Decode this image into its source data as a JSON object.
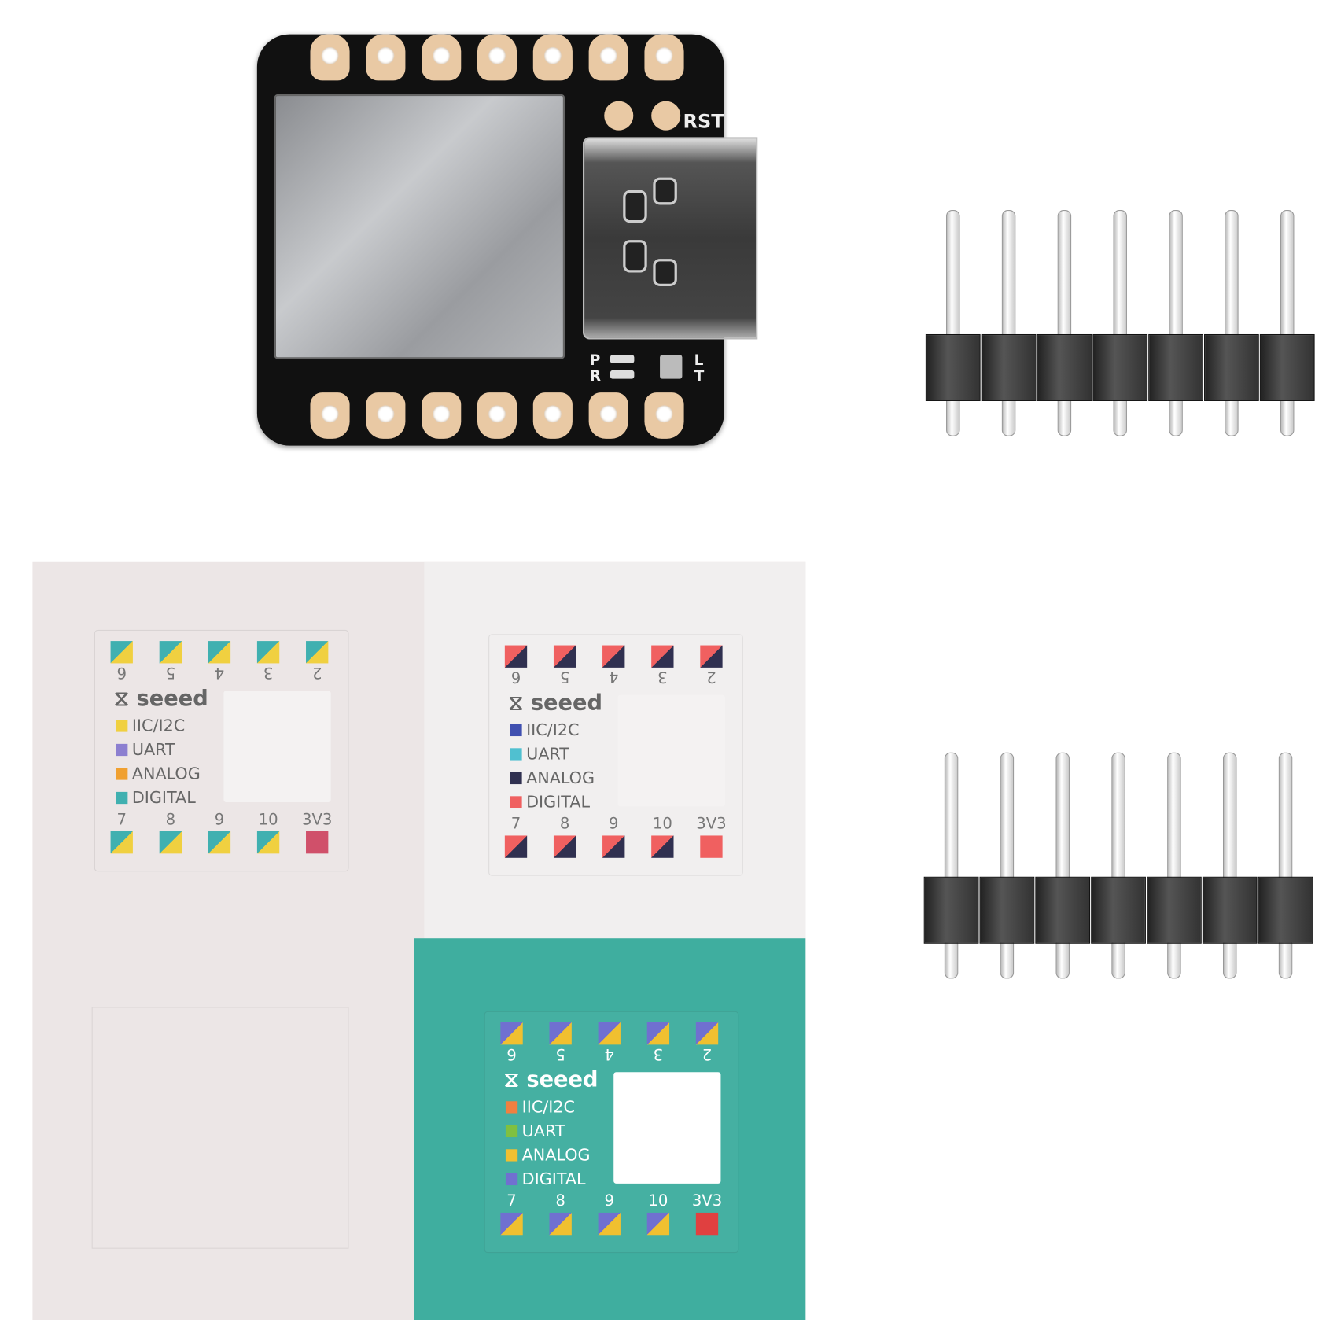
{
  "board": {
    "silkscreen": {
      "reset": "RST",
      "power_led": [
        "P",
        "R"
      ],
      "user_led": [
        "L",
        "T"
      ]
    },
    "pad_color": "#e9c9a4",
    "pcb_color": "#111111"
  },
  "pin_headers": [
    {
      "pins": 7
    },
    {
      "pins": 7
    }
  ],
  "stickers": [
    {
      "logo": "seeed",
      "top_pins": [
        "6",
        "5",
        "4",
        "3",
        "2"
      ],
      "bottom_pins": [
        "7",
        "8",
        "9",
        "10",
        "3V3"
      ],
      "legend": [
        {
          "label": "IIC/I2C",
          "color": "#f0d040"
        },
        {
          "label": "UART",
          "color": "#8c7fd0"
        },
        {
          "label": "ANALOG",
          "color": "#f0a030"
        },
        {
          "label": "DIGITAL",
          "color": "#40b0b0"
        }
      ],
      "pad_colors": [
        "#40b0b0",
        "#f0d040"
      ],
      "power_color": "#d0506a"
    },
    {
      "logo": "seeed",
      "top_pins": [
        "6",
        "5",
        "4",
        "3",
        "2"
      ],
      "bottom_pins": [
        "7",
        "8",
        "9",
        "10",
        "3V3"
      ],
      "legend": [
        {
          "label": "IIC/I2C",
          "color": "#4050b0"
        },
        {
          "label": "UART",
          "color": "#50c0d0"
        },
        {
          "label": "ANALOG",
          "color": "#303050"
        },
        {
          "label": "DIGITAL",
          "color": "#f06060"
        }
      ],
      "pad_colors": [
        "#f06060",
        "#303050"
      ],
      "power_color": "#f06060"
    },
    {
      "logo": "seeed",
      "top_pins": [
        "6",
        "5",
        "4",
        "3",
        "2"
      ],
      "bottom_pins": [
        "7",
        "8",
        "9",
        "10",
        "3V3"
      ],
      "legend": [
        {
          "label": "IIC/I2C",
          "color": "#f08040"
        },
        {
          "label": "UART",
          "color": "#80c040"
        },
        {
          "label": "ANALOG",
          "color": "#f0c030"
        },
        {
          "label": "DIGITAL",
          "color": "#7070d0"
        }
      ],
      "pad_colors": [
        "#7070d0",
        "#f0c030"
      ],
      "power_color": "#e04040"
    }
  ]
}
